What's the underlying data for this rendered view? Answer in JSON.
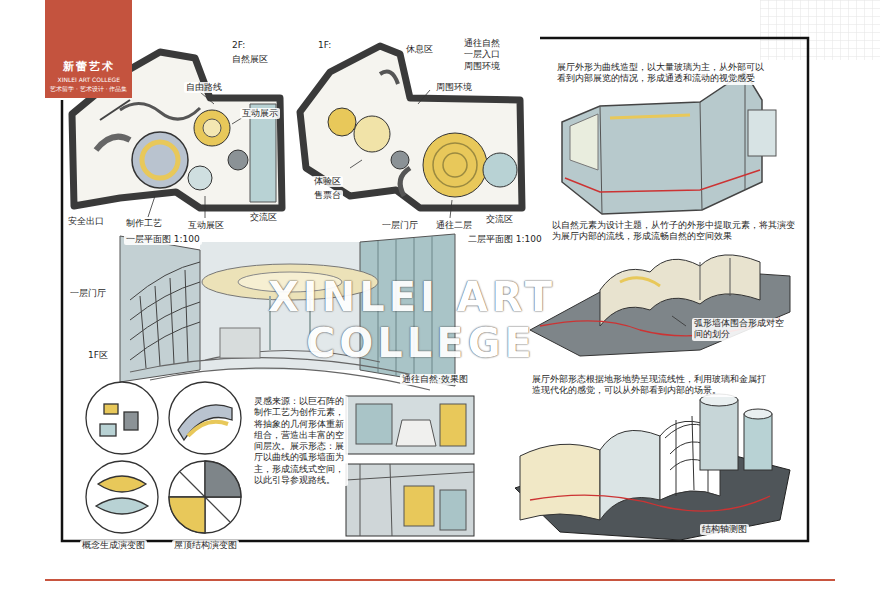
{
  "diagram": {
    "nodes": [
      {
        "text": [
          "新蕾艺术",
          "XINLEI ART COLLEGE",
          "艺术留学 · 艺术设计 · 作品集"
        ]
      }
    ],
    "labels": [
      "2F:",
      "自然展区",
      "自由路线",
      "互动展示",
      "交流区",
      "安全出口",
      "制作工艺",
      "互动展区",
      "一层平面图 1:100",
      "1F:",
      "休息区",
      "通往自然 一层入口 周围环境",
      "周围环境",
      "体验区",
      "售票台",
      "一层门厅",
      "通往二层",
      "交流区",
      "二层平面图 1:100",
      "一层门厅",
      "1F区",
      "通往自然·效果图",
      "展厅外形为曲线造型，以大量玻璃为主，从外部可以看到内部展览的情况，形成通透和流动的视觉感受",
      "以自然元素为设计主题，从竹子的外形中提取元素，将其演变为展厅内部的流线，形成流畅自然的空间效果",
      "弧形墙体围合形成对空间的划分",
      "灵感来源：以巨石阵的制作工艺为创作元素，将抽象的几何形体重新组合，营造出丰富的空间层次。展示形态：展厅以曲线的弧形墙面为主，形成流线式空间，以此引导参观路线。",
      "概念生成演变图",
      "屋顶结构演变图",
      "展厅外部形态根据地形地势呈现流线性，利用玻璃和金属打造现代化的感觉，可以从外部看到内部的场景。",
      "结构轴测图",
      "XINLEI ART",
      "COLLEGE"
    ]
  }
}
